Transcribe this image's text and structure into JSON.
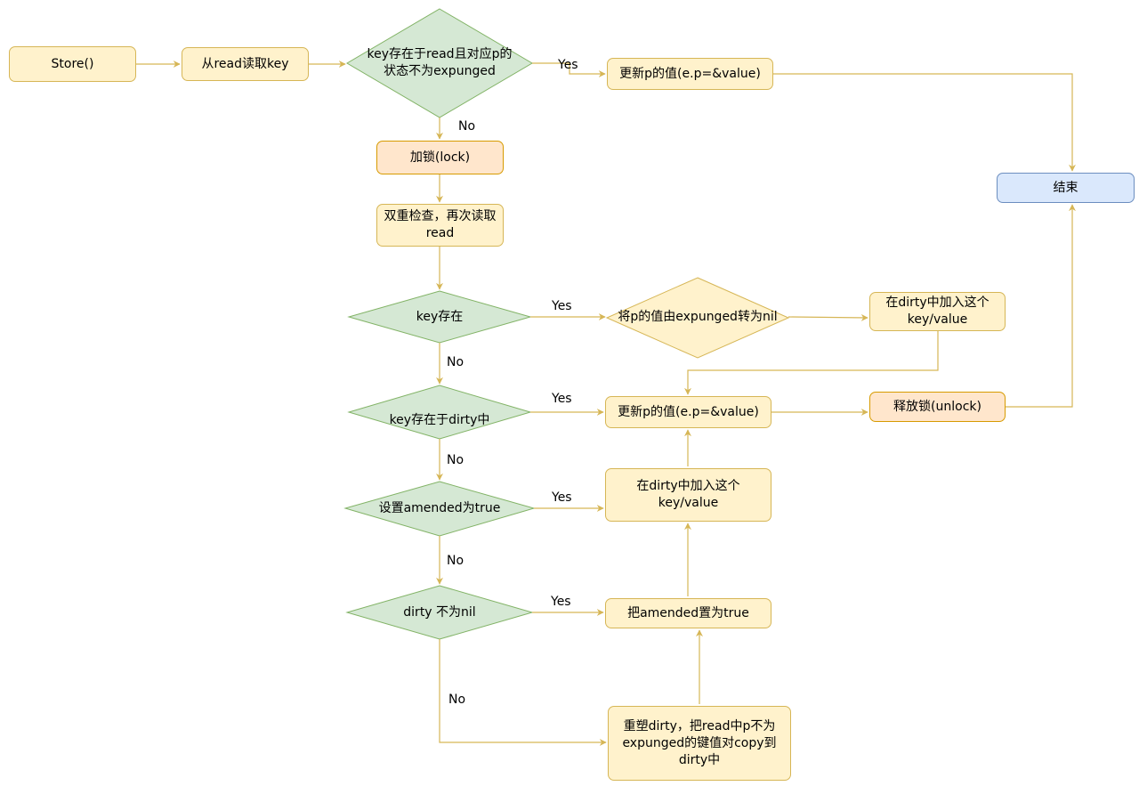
{
  "nodes": {
    "store": "Store()",
    "read_key": "从read读取key",
    "check_read": "key存在于read且对应p的状态不为expunged",
    "update_p_top": "更新p的值(e.p=&value)",
    "end": "结束",
    "lock": "加锁(lock)",
    "double_check": "双重检查，再次读取read",
    "key_exists": "key存在",
    "expunged_to_nil": "将p的值由expunged转为nil",
    "add_dirty_top": "在dirty中加入这个key/value",
    "key_in_dirty": "key存在于dirty中",
    "update_p_mid": "更新p的值(e.p=&value)",
    "unlock": "释放锁(unlock)",
    "set_amended": "设置amended为true",
    "add_dirty_mid": "在dirty中加入这个key/value",
    "dirty_not_nil": "dirty 不为nil",
    "set_amended_true": "把amended置为true",
    "rebuild_dirty": "重塑dirty，把read中p不为expunged的键值对copy到dirty中"
  },
  "edge_labels": {
    "yes": "Yes",
    "no": "No"
  },
  "colors": {
    "edge": "#d6b656",
    "diamond_fill": "#d5e8d4",
    "diamond_stroke": "#82b366",
    "yellow_fill": "#fff2cc",
    "orange_fill": "#ffe6cc",
    "blue_fill": "#dae8fc"
  }
}
